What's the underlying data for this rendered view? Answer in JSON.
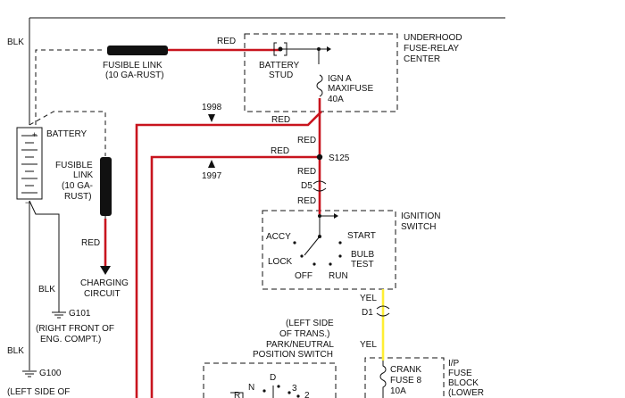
{
  "colors": {
    "red_wire": "#c8141e",
    "yellow_wire": "#ffee33",
    "ink": "#111111",
    "background": "#ffffff"
  },
  "labels": {
    "blk_top": "BLK",
    "fusible_link_top_1": "FUSIBLE LINK",
    "fusible_link_top_2": "(10 GA-RUST)",
    "red_top": "RED",
    "battery_stud_1": "BATTERY",
    "battery_stud_2": "STUD",
    "underhood_1": "UNDERHOOD",
    "underhood_2": "FUSE-RELAY",
    "underhood_3": "CENTER",
    "ign_a_1": "IGN A",
    "ign_a_2": "MAXIFUSE",
    "ign_a_3": "40A",
    "yr_1998": "1998",
    "red_1998": "RED",
    "red_s125_up": "RED",
    "red_1997": "RED",
    "s125": "S125",
    "yr_1997": "1997",
    "battery": "BATTERY",
    "fusible_link_left_1": "FUSIBLE",
    "fusible_link_left_2": "LINK",
    "fusible_link_left_3": "(10 GA-",
    "fusible_link_left_4": "RUST)",
    "red_d5_above": "RED",
    "d5": "D5",
    "red_d5_below": "RED",
    "ignition_1": "IGNITION",
    "ignition_2": "SWITCH",
    "accy": "ACCY",
    "start": "START",
    "lock": "LOCK",
    "bulb_1": "BULB",
    "bulb_2": "TEST",
    "off": "OFF",
    "run": "RUN",
    "red_charging": "RED",
    "charging_1": "CHARGING",
    "charging_2": "CIRCUIT",
    "blk_g101": "BLK",
    "g101": "G101",
    "g101_loc_1": "(RIGHT FRONT OF",
    "g101_loc_2": "ENG. COMPT.)",
    "yel_top": "YEL",
    "d1": "D1",
    "yel_bottom": "YEL",
    "park_1": "(LEFT SIDE",
    "park_2": "OF TRANS.)",
    "park_3": "PARK/NEUTRAL",
    "park_4": "POSITION SWITCH",
    "gear_d": "D",
    "gear_n": "N",
    "gear_3": "3",
    "gear_2": "2",
    "gear_r": "R",
    "blk_g100": "BLK",
    "g100": "G100",
    "g100_loc": "(LEFT SIDE OF",
    "crank_1": "CRANK",
    "crank_2": "FUSE 8",
    "crank_3": "10A",
    "ip_1": "I/P",
    "ip_2": "FUSE",
    "ip_3": "BLOCK",
    "ip_4": "(LOWER"
  }
}
